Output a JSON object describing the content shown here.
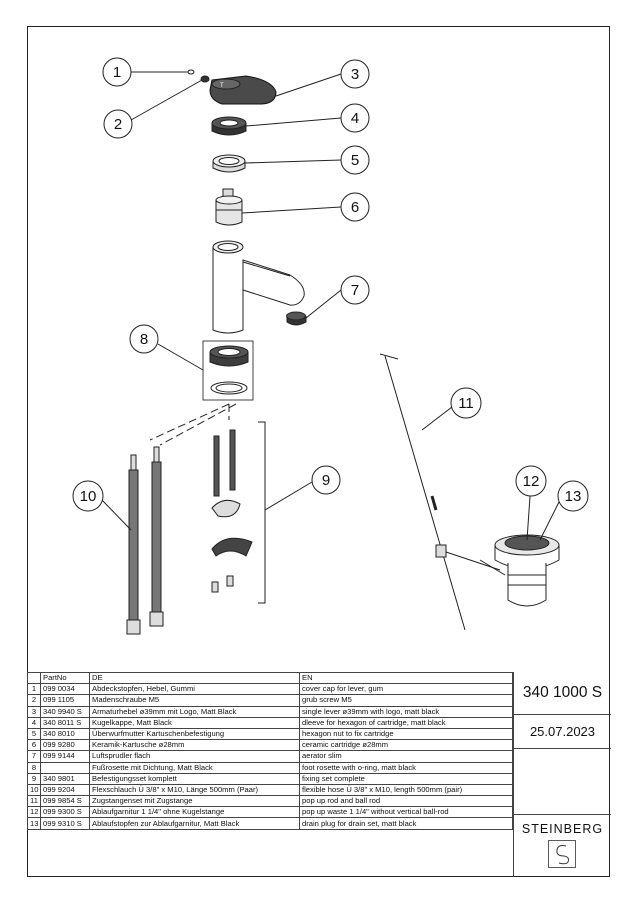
{
  "callouts": [
    "1",
    "2",
    "3",
    "4",
    "5",
    "6",
    "7",
    "8",
    "9",
    "10",
    "11",
    "12",
    "13"
  ],
  "table": {
    "headers": [
      "",
      "PartNo",
      "DE",
      "EN"
    ],
    "rows": [
      [
        "1",
        "099 0034",
        "Abdeckstopfen, Hebel, Gummi",
        "cover cap for lever, gum"
      ],
      [
        "2",
        "099 1105",
        "Madenschraube M5",
        "grub screw M5"
      ],
      [
        "3",
        "340 9940 S",
        "Armaturhebel ø39mm mit Logo, Matt Black",
        "single lever ø39mm with logo, matt black"
      ],
      [
        "4",
        "340 8011 S",
        "Kugelkappe, Matt Black",
        "dleeve for hexagon of cartridge, matt black"
      ],
      [
        "5",
        "340 8010",
        "Überwurfmutter Kartuschenbefestigung",
        "hexagon nut to fix cartridge"
      ],
      [
        "6",
        "099 9280",
        "Keramik-Kartusche ø28mm",
        "ceramic cartridge ø28mm"
      ],
      [
        "7",
        "099 9144",
        "Luftsprudler flach",
        "aerator slim"
      ],
      [
        "8",
        "",
        "Fußrosette mit Dichtung, Matt Black",
        "foot rosette with o-ring, matt black"
      ],
      [
        "9",
        "340 9801",
        "Befestigungsset komplett",
        "fixing set complete"
      ],
      [
        "10",
        "099 9204",
        "Flexschlauch Ü 3/8\" x M10, Länge 500mm (Paar)",
        "flexible hose Ü 3/8\" x M10, length 500mm (pair)"
      ],
      [
        "11",
        "099 9854 S",
        "Zugstangenset mit Zugstange",
        "pop up rod and ball rod"
      ],
      [
        "12",
        "099 9300 S",
        "Ablaufgarnitur 1 1/4\" ohne Kugelstange",
        "pop up waste 1 1/4\" without vertical ball-rod"
      ],
      [
        "13",
        "099 9310 S",
        "Ablaufstopfen zur Ablaufgarnitur, Matt Black",
        "drain plug for drain set, matt black"
      ]
    ]
  },
  "title_block": {
    "article_no": "340 1000 S",
    "date": "25.07.2023",
    "brand": "STEINBERG",
    "logo_icon": "steinberg-logo-icon"
  }
}
